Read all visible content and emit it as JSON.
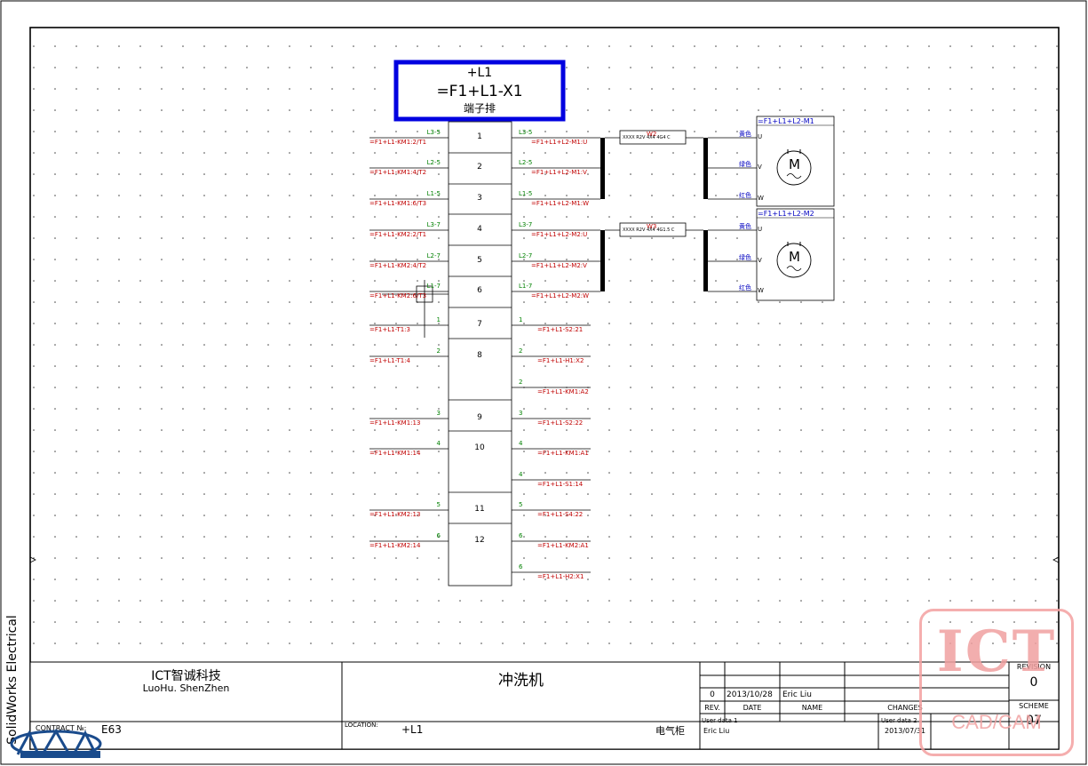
{
  "side_label": "SolidWorks Electrical",
  "terminal_header": {
    "location": "+L1",
    "tag": "=F1+L1-X1",
    "desc": "端子排"
  },
  "terminals": [
    {
      "num": "1",
      "lw": "L3-5",
      "lt": "=F1+L1-KM1:2/T1",
      "rw": "L3-5",
      "rt": "=F1+L1+L2-M1:U"
    },
    {
      "num": "2",
      "lw": "L2-5",
      "lt": "=F1+L1-KM1:4/T2",
      "rw": "L2-5",
      "rt": "=F1+L1+L2-M1:V"
    },
    {
      "num": "3",
      "lw": "L1-5",
      "lt": "=F1+L1-KM1:6/T3",
      "rw": "L1-5",
      "rt": "=F1+L1+L2-M1:W"
    },
    {
      "num": "4",
      "lw": "L3-7",
      "lt": "=F1+L1-KM2:2/T1",
      "rw": "L3-7",
      "rt": "=F1+L1+L2-M2:U"
    },
    {
      "num": "5",
      "lw": "L2-7",
      "lt": "=F1+L1-KM2:4/T2",
      "rw": "L2-7",
      "rt": "=F1+L1+L2-M2:V"
    },
    {
      "num": "6",
      "lw": "L1-7",
      "lt": "=F1+L1-KM2:6/T3",
      "rw": "L1-7",
      "rt": "=F1+L1+L2-M2:W"
    },
    {
      "num": "7",
      "lw": "1",
      "lt": "=F1+L1-T1:3",
      "rw": "1",
      "rt": "=F1+L1-S2:21"
    },
    {
      "num": "8",
      "lw": "2",
      "lt": "=F1+L1-T1:4",
      "rw": "2",
      "rt": "=F1+L1-H1:X2"
    },
    {
      "num": "",
      "lw": "",
      "lt": "",
      "rw": "2",
      "rt": "=F1+L1-KM1:A2"
    },
    {
      "num": "9",
      "lw": "3",
      "lt": "=F1+L1-KM1:13",
      "rw": "3",
      "rt": "=F1+L1-S2:22"
    },
    {
      "num": "10",
      "lw": "4",
      "lt": "=F1+L1-KM1:14",
      "rw": "4",
      "rt": "=F1+L1-KM1:A1"
    },
    {
      "num": "",
      "lw": "",
      "lt": "",
      "rw": "4",
      "rt": "=F1+L1-S1:14"
    },
    {
      "num": "11",
      "lw": "5",
      "lt": "=F1+L1-KM2:13",
      "rw": "5",
      "rt": "=F1+L1-S4:22"
    },
    {
      "num": "12",
      "lw": "6",
      "lt": "=F1+L1-KM2:14",
      "rw": "6",
      "rt": "=F1+L1-KM2:A1"
    },
    {
      "num": "",
      "lw": "",
      "lt": "",
      "rw": "6",
      "rt": "=F1+L1-H2:X1"
    }
  ],
  "cables": [
    {
      "tag": "W2",
      "spec": "XXXX R2V 4X4 4G4 C"
    },
    {
      "tag": "W3",
      "spec": "XXXX R2V 4X4 4G1.5 C"
    }
  ],
  "motors": [
    {
      "tag": "=F1+L1+L2-M1",
      "symbol": "M",
      "phases": [
        "U",
        "V",
        "W"
      ],
      "colors": [
        "黄色",
        "绿色",
        "红色"
      ]
    },
    {
      "tag": "=F1+L1+L2-M2",
      "symbol": "M",
      "phases": [
        "U",
        "V",
        "W"
      ],
      "colors": [
        "黄色",
        "绿色",
        "红色"
      ]
    }
  ],
  "title_block": {
    "company": "ICT智诚科技",
    "address": "LuoHu. ShenZhen",
    "project": "冲洗机",
    "contract_label": "CONTRACT №:",
    "contract": "E63",
    "location_label": "LOCATION:",
    "location": "+L1",
    "location_desc": "电气柜",
    "rev_row": {
      "rev": "0",
      "date": "2013/10/28",
      "name": "Eric Liu",
      "changes": ""
    },
    "headers": {
      "rev": "REV.",
      "date": "DATE",
      "name": "NAME",
      "changes": "CHANGES"
    },
    "user1_label": "User data 1",
    "user1": "Eric Liu",
    "user2_label": "User data 2",
    "user2": "2013/07/31",
    "revision_label": "REVISION",
    "revision": "0",
    "scheme_label": "SCHEME",
    "scheme": "07"
  },
  "watermark": {
    "big": "ICT",
    "small": "CAD/CAM"
  },
  "colors": {
    "frame": "#000000",
    "wire_label": "#008000",
    "tag": "#c00000",
    "header_box": "#0000e0"
  }
}
